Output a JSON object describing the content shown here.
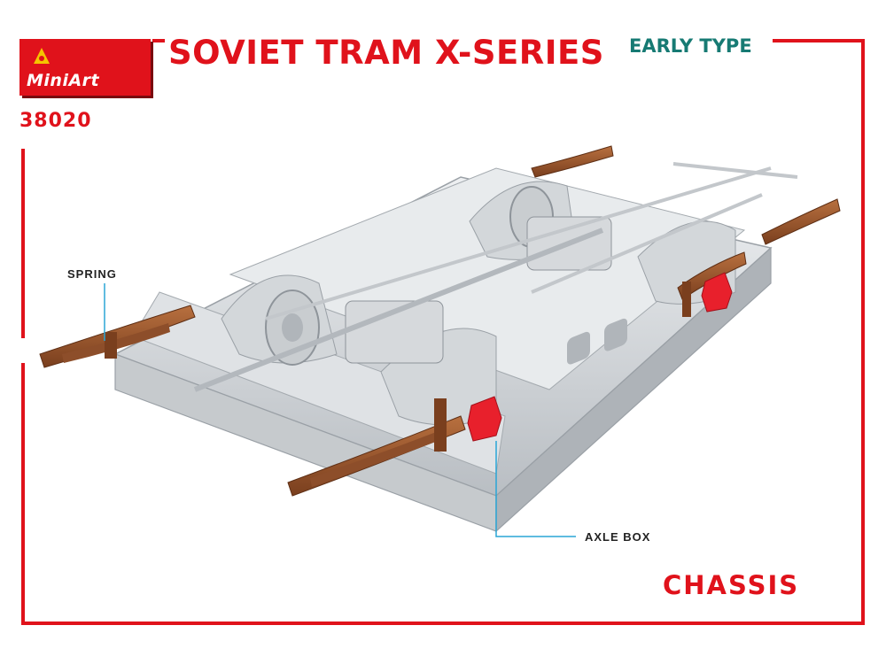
{
  "brand": {
    "name": "MiniArt",
    "color": "#e0121b"
  },
  "product_number": "38020",
  "title": "SOVIET TRAM X-SERIES",
  "subtitle": "EARLY TYPE",
  "callouts": {
    "spring": "SPRING",
    "axle_box": "AXLE BOX"
  },
  "section": "CHASSIS",
  "colors": {
    "accent": "#e0121b",
    "subtitle": "#167a73",
    "chassis": "#d9dde0",
    "spring": "#9c5a34",
    "axle_box": "#e8202c",
    "callout_line": "#2aa6d6"
  }
}
